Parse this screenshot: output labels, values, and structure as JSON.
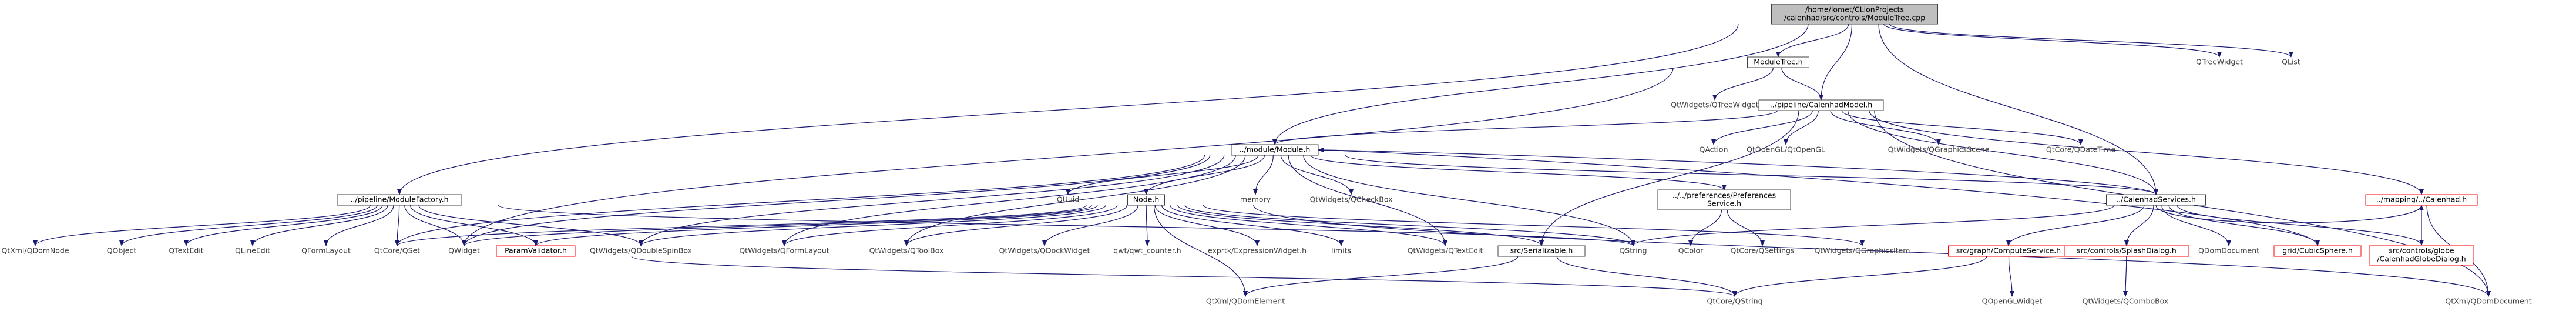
{
  "diagram": {
    "kind": "include dependency graph",
    "colors": {
      "root_fill": "#bfbfbf",
      "node_border": "#404040",
      "node_fill": "#ffffff",
      "missing_border": "#ff0000",
      "include_edge": "#191970",
      "dependency_edge": "#006400",
      "text": "#000000",
      "leaf_text": "#404040"
    },
    "nodes": [
      {
        "id": "n0",
        "lines": [
          "/home/lomet/CLionProjects",
          "/calenhad/src/controls/ModuleTree.cpp"
        ],
        "style": "root"
      },
      {
        "id": "n1",
        "lines": [
          "ModuleTree.h"
        ],
        "style": "file"
      },
      {
        "id": "n2",
        "lines": [
          "QTreeWidget"
        ],
        "style": "leaf"
      },
      {
        "id": "n3",
        "lines": [
          "QList"
        ],
        "style": "leaf"
      },
      {
        "id": "n4",
        "lines": [
          "QtWidgets/QTreeWidget"
        ],
        "style": "leaf"
      },
      {
        "id": "n5",
        "lines": [
          "../pipeline/CalenhadModel.h"
        ],
        "style": "file"
      },
      {
        "id": "n6",
        "lines": [
          "../module/Module.h"
        ],
        "style": "file"
      },
      {
        "id": "n7",
        "lines": [
          "QAction"
        ],
        "style": "leaf"
      },
      {
        "id": "n8",
        "lines": [
          "QtOpenGL/QtOpenGL"
        ],
        "style": "leaf"
      },
      {
        "id": "n9",
        "lines": [
          "QtWidgets/QGraphicsScene"
        ],
        "style": "leaf"
      },
      {
        "id": "n10",
        "lines": [
          "QtCore/QDateTime"
        ],
        "style": "leaf"
      },
      {
        "id": "n11",
        "lines": [
          "../pipeline/ModuleFactory.h"
        ],
        "style": "file"
      },
      {
        "id": "n12",
        "lines": [
          "QUuid"
        ],
        "style": "leaf"
      },
      {
        "id": "n13",
        "lines": [
          "memory"
        ],
        "style": "leaf"
      },
      {
        "id": "n14",
        "lines": [
          "QtWidgets/QCheckBox"
        ],
        "style": "leaf"
      },
      {
        "id": "n15",
        "lines": [
          "Node.h"
        ],
        "style": "file"
      },
      {
        "id": "n16",
        "lines": [
          "../../preferences/Preferences",
          "Service.h"
        ],
        "style": "file"
      },
      {
        "id": "n17",
        "lines": [
          "../CalenhadServices.h"
        ],
        "style": "file"
      },
      {
        "id": "n18",
        "lines": [
          "../mapping/../Calenhad.h"
        ],
        "style": "missing"
      },
      {
        "id": "n19",
        "lines": [
          "QtXml/QDomNode"
        ],
        "style": "leaf"
      },
      {
        "id": "n20",
        "lines": [
          "QObject"
        ],
        "style": "leaf"
      },
      {
        "id": "n21",
        "lines": [
          "QTextEdit"
        ],
        "style": "leaf"
      },
      {
        "id": "n22",
        "lines": [
          "QLineEdit"
        ],
        "style": "leaf"
      },
      {
        "id": "n23",
        "lines": [
          "QFormLayout"
        ],
        "style": "leaf"
      },
      {
        "id": "n24",
        "lines": [
          "QtCore/QSet"
        ],
        "style": "leaf"
      },
      {
        "id": "n25",
        "lines": [
          "QWidget"
        ],
        "style": "leaf"
      },
      {
        "id": "n26",
        "lines": [
          "ParamValidator.h"
        ],
        "style": "missing"
      },
      {
        "id": "n27",
        "lines": [
          "QtWidgets/QDoubleSpinBox"
        ],
        "style": "leaf"
      },
      {
        "id": "n28",
        "lines": [
          "QtWidgets/QFormLayout"
        ],
        "style": "leaf"
      },
      {
        "id": "n29",
        "lines": [
          "QtWidgets/QToolBox"
        ],
        "style": "leaf"
      },
      {
        "id": "n30",
        "lines": [
          "QtWidgets/QDockWidget"
        ],
        "style": "leaf"
      },
      {
        "id": "n31",
        "lines": [
          "qwt/qwt_counter.h"
        ],
        "style": "leaf"
      },
      {
        "id": "n32",
        "lines": [
          "exprtk/ExpressionWidget.h"
        ],
        "style": "leaf"
      },
      {
        "id": "n33",
        "lines": [
          "limits"
        ],
        "style": "leaf"
      },
      {
        "id": "n34",
        "lines": [
          "QtWidgets/QTextEdit"
        ],
        "style": "leaf"
      },
      {
        "id": "n35",
        "lines": [
          "src/Serializable.h"
        ],
        "style": "file"
      },
      {
        "id": "n36",
        "lines": [
          "QString"
        ],
        "style": "leaf"
      },
      {
        "id": "n37",
        "lines": [
          "QtWidgets/QGraphicsItem"
        ],
        "style": "leaf"
      },
      {
        "id": "n38",
        "lines": [
          "QColor"
        ],
        "style": "leaf"
      },
      {
        "id": "n39",
        "lines": [
          "QtCore/QSettings"
        ],
        "style": "leaf"
      },
      {
        "id": "n40",
        "lines": [
          "src/graph/ComputeService.h"
        ],
        "style": "missing"
      },
      {
        "id": "n41",
        "lines": [
          "src/controls/SplashDialog.h"
        ],
        "style": "missing"
      },
      {
        "id": "n42",
        "lines": [
          "QDomDocument"
        ],
        "style": "leaf"
      },
      {
        "id": "n43",
        "lines": [
          "grid/CubicSphere.h"
        ],
        "style": "missing"
      },
      {
        "id": "n44",
        "lines": [
          "src/controls/globe",
          "/CalenhadGlobeDialog.h"
        ],
        "style": "missing"
      },
      {
        "id": "n45",
        "lines": [
          "QtXml/QDomElement"
        ],
        "style": "leaf"
      },
      {
        "id": "n46",
        "lines": [
          "QtCore/QString"
        ],
        "style": "leaf"
      },
      {
        "id": "n47",
        "lines": [
          "QOpenGLWidget"
        ],
        "style": "leaf"
      },
      {
        "id": "n48",
        "lines": [
          "QtWidgets/QComboBox"
        ],
        "style": "leaf"
      },
      {
        "id": "n49",
        "lines": [
          "QtXml/QDomDocument"
        ],
        "style": "leaf"
      }
    ],
    "edges": [
      [
        "n0",
        "n1"
      ],
      [
        "n0",
        "n2"
      ],
      [
        "n0",
        "n3"
      ],
      [
        "n0",
        "n5"
      ],
      [
        "n0",
        "n6"
      ],
      [
        "n0",
        "n11"
      ],
      [
        "n0",
        "n17"
      ],
      [
        "n1",
        "n4"
      ],
      [
        "n1",
        "n5"
      ],
      [
        "n1",
        "n25"
      ],
      [
        "n5",
        "n6"
      ],
      [
        "n5",
        "n7"
      ],
      [
        "n5",
        "n8"
      ],
      [
        "n5",
        "n9"
      ],
      [
        "n5",
        "n10"
      ],
      [
        "n5",
        "n17"
      ],
      [
        "n5",
        "n18"
      ],
      [
        "n5",
        "n35"
      ],
      [
        "n5",
        "n49"
      ],
      [
        "n6",
        "n12"
      ],
      [
        "n6",
        "n13"
      ],
      [
        "n6",
        "n14"
      ],
      [
        "n6",
        "n15"
      ],
      [
        "n6",
        "n16"
      ],
      [
        "n6",
        "n17"
      ],
      [
        "n6",
        "n24"
      ],
      [
        "n6",
        "n25"
      ],
      [
        "n6",
        "n27"
      ],
      [
        "n6",
        "n28"
      ],
      [
        "n6",
        "n29"
      ],
      [
        "n6",
        "n34"
      ],
      [
        "n6",
        "n36"
      ],
      [
        "n11",
        "n19"
      ],
      [
        "n11",
        "n20"
      ],
      [
        "n11",
        "n21"
      ],
      [
        "n11",
        "n22"
      ],
      [
        "n11",
        "n23"
      ],
      [
        "n11",
        "n24"
      ],
      [
        "n11",
        "n25"
      ],
      [
        "n11",
        "n26"
      ],
      [
        "n11",
        "n27"
      ],
      [
        "n11",
        "n36"
      ],
      [
        "n15",
        "n24"
      ],
      [
        "n15",
        "n25"
      ],
      [
        "n15",
        "n26"
      ],
      [
        "n15",
        "n27"
      ],
      [
        "n15",
        "n28"
      ],
      [
        "n15",
        "n29"
      ],
      [
        "n15",
        "n30"
      ],
      [
        "n15",
        "n31"
      ],
      [
        "n15",
        "n32"
      ],
      [
        "n15",
        "n33"
      ],
      [
        "n15",
        "n34"
      ],
      [
        "n15",
        "n35"
      ],
      [
        "n15",
        "n36"
      ],
      [
        "n15",
        "n37"
      ],
      [
        "n15",
        "n45"
      ],
      [
        "n15",
        "n49"
      ],
      [
        "n16",
        "n38"
      ],
      [
        "n16",
        "n39"
      ],
      [
        "n17",
        "n6"
      ],
      [
        "n17",
        "n18"
      ],
      [
        "n17",
        "n36"
      ],
      [
        "n17",
        "n40"
      ],
      [
        "n17",
        "n41"
      ],
      [
        "n17",
        "n42"
      ],
      [
        "n17",
        "n43"
      ],
      [
        "n17",
        "n44"
      ],
      [
        "n18",
        "n44"
      ],
      [
        "n18",
        "n49"
      ],
      [
        "n26",
        "n46"
      ],
      [
        "n35",
        "n45"
      ],
      [
        "n35",
        "n46"
      ],
      [
        "n40",
        "n46"
      ],
      [
        "n40",
        "n47"
      ],
      [
        "n41",
        "n48"
      ],
      [
        "n43",
        "n6"
      ]
    ]
  }
}
